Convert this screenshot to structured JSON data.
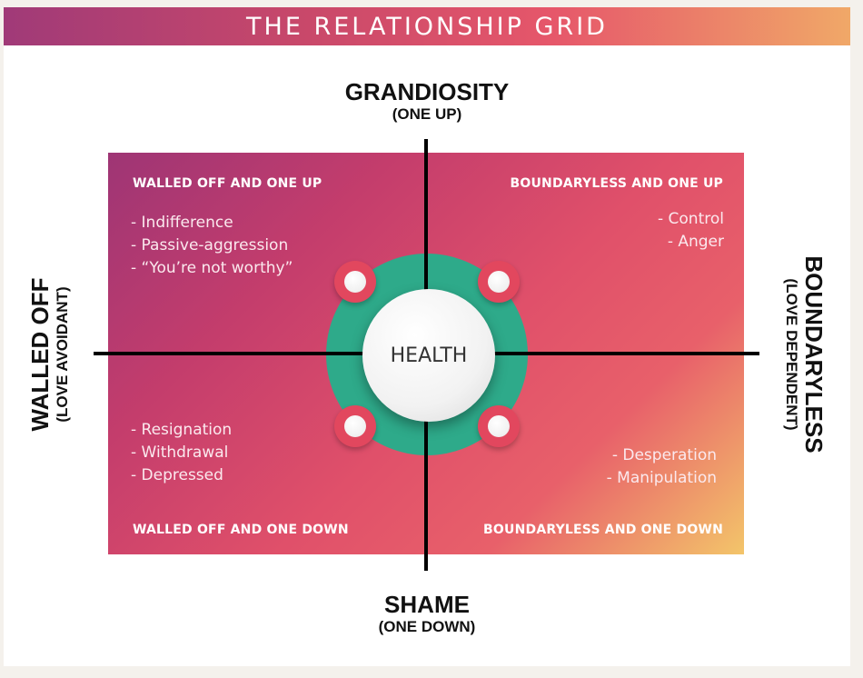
{
  "banner": {
    "title": "THE RELATIONSHIP GRID"
  },
  "axes": {
    "top": {
      "title": "GRANDIOSITY",
      "subtitle": "(ONE UP)"
    },
    "bottom": {
      "title": "SHAME",
      "subtitle": "(ONE DOWN)"
    },
    "left": {
      "title": "WALLED OFF",
      "subtitle": "(LOVE AVOIDANT)"
    },
    "right": {
      "title": "BOUNDARYLESS",
      "subtitle": "(LOVE DEPENDENT)"
    }
  },
  "center": {
    "label": "HEALTH"
  },
  "quadrants": {
    "top_left": {
      "title": "WALLED OFF AND ONE UP",
      "items": [
        "- Indifference",
        "- Passive-aggression",
        "- “You’re not worthy”"
      ]
    },
    "top_right": {
      "title": "BOUNDARYLESS AND ONE UP",
      "items": [
        "- Control",
        "- Anger"
      ]
    },
    "bottom_left": {
      "title": "WALLED OFF AND ONE DOWN",
      "items": [
        "- Resignation",
        "- Withdrawal",
        "- Depressed"
      ]
    },
    "bottom_right": {
      "title": "BOUNDARYLESS AND ONE DOWN",
      "items": [
        "- Desperation",
        "- Manipulation"
      ]
    }
  },
  "colors": {
    "banner_start": "#a03a78",
    "banner_end": "#f0a868",
    "grid_start": "#9e3575",
    "grid_end": "#f3c56a",
    "ring": "#2eaa8a",
    "knob": "#e2475e"
  }
}
